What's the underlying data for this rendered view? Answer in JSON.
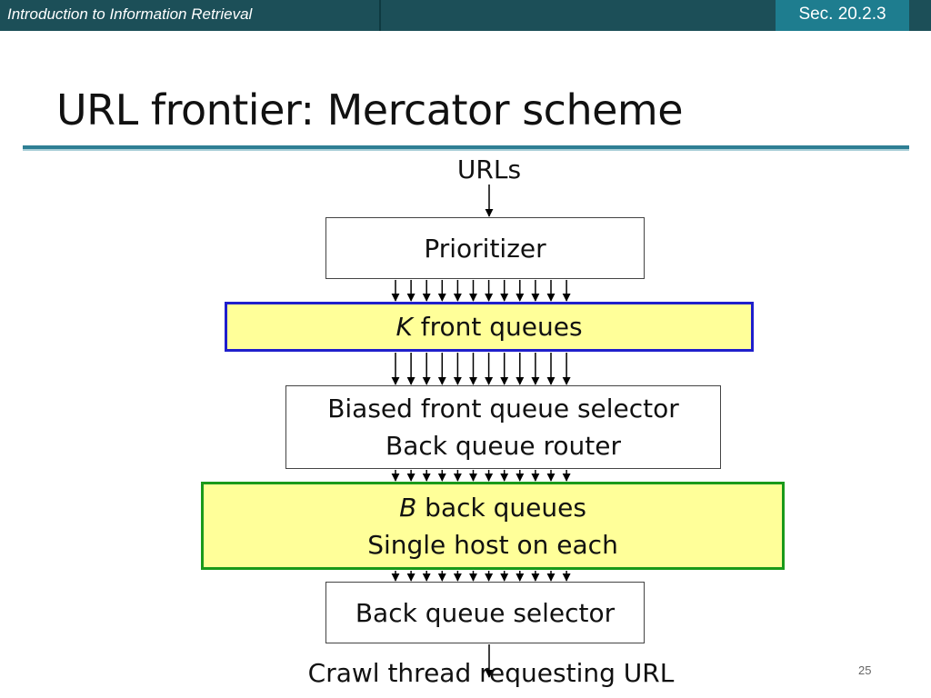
{
  "header": {
    "course_title": "Introduction to Information Retrieval",
    "section": "Sec. 20.2.3"
  },
  "slide": {
    "title": "URL frontier: Mercator scheme",
    "page_number": "25"
  },
  "diagram": {
    "input_label": "URLs",
    "prioritizer": "Prioritizer",
    "front_queues": {
      "var": "K",
      "text": " front queues"
    },
    "selector_router": {
      "line1": "Biased front queue selector",
      "line2": "Back queue router"
    },
    "back_queues": {
      "var": "B",
      "text": " back queues",
      "line2": "Single host on each"
    },
    "back_selector": "Back queue selector",
    "output_label": "Crawl thread requesting URL",
    "colors": {
      "queue_fill": "#ffff99",
      "front_border": "#1f1fcc",
      "back_border": "#1a9a1a",
      "header_bar": "#1c4f58",
      "section_tab": "#1e7d8f"
    }
  }
}
